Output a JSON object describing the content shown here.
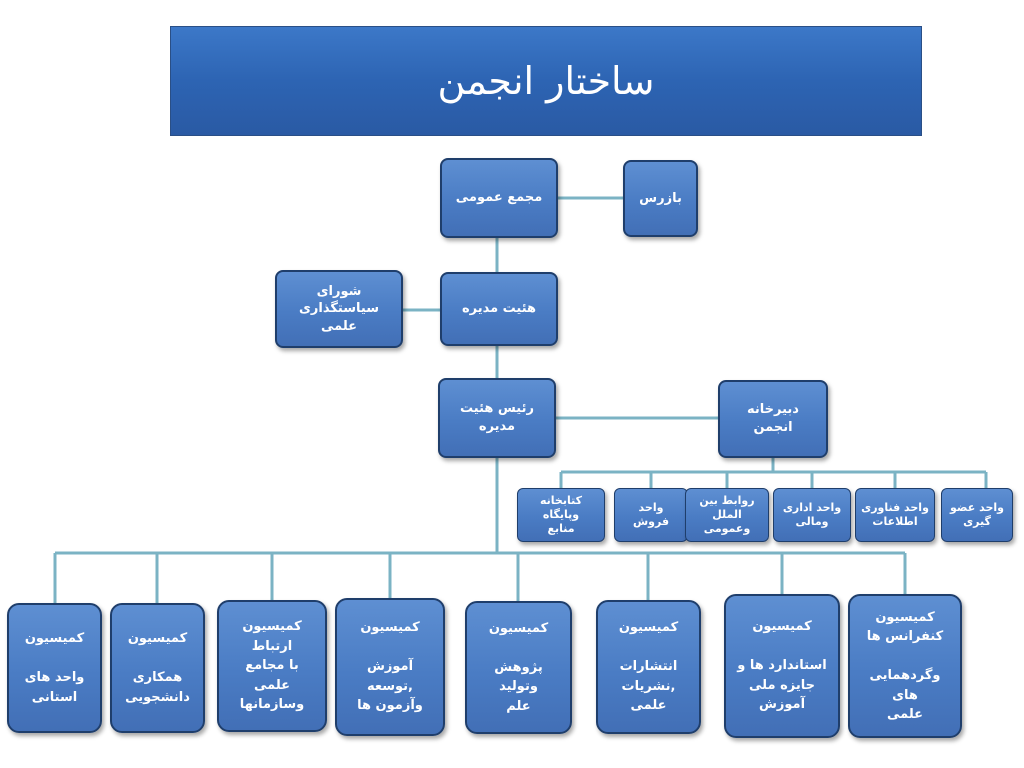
{
  "title": "ساختار انجمن",
  "nodes": {
    "general_assembly": "مجمع عمومی",
    "inspector": "بازرس",
    "board_of_directors": "هئیت مدیره",
    "policy_council": "شورای سیاستگذاری\nعلمی",
    "board_chairman": "رئیس هئیت مدیره",
    "secretariat": "دبیرخانه انجمن"
  },
  "units": [
    "کتابخانه وپایگاه\nمنابع",
    "واحد\nفروش",
    "روابط بین\nالملل وعمومی",
    "واحد اداری\nومالی",
    "واحد فناوری\nاطلاعات",
    "واحد عضو\nگیری"
  ],
  "commissions": [
    "کمیسیون\n\nواحد های\nاستانی",
    "کمیسیون\n\nهمکاری\nدانشجویی",
    "کمیسیون ارتباط\nبا مجامع علمی\nوسازمانها",
    "کمیسیون\n\nآموزش ,توسعه\nوآزمون ها",
    "کمیسیون\n\nپژوهش وتولید\nعلم",
    "کمیسیون\n\nانتشارات\n,نشریات علمی",
    "کمیسیون\n\nاستاندارد ها و\nجایزه ملی\nآموزش",
    "کمیسیون\nکنفرانس ها\n\nوگردهمایی های\nعلمی"
  ],
  "colors": {
    "banner": "#2d64b3",
    "node_fill": "#4a7cc4",
    "node_border": "#1f3e6b",
    "connector": "#7bb3c4"
  }
}
